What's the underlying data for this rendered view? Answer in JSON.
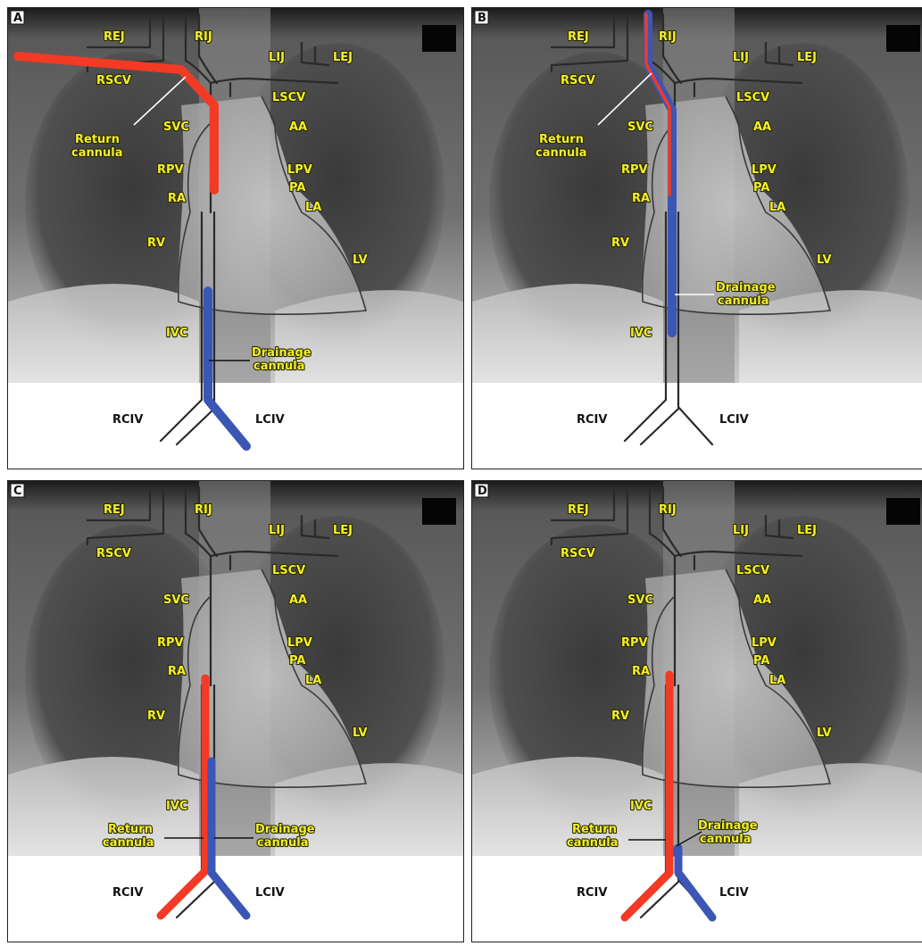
{
  "labels": {
    "rej": "REJ",
    "rij": "RIJ",
    "lij": "LIJ",
    "lej": "LEJ",
    "rscv": "RSCV",
    "lscv": "LSCV",
    "svc": "SVC",
    "aa": "AA",
    "rpv": "RPV",
    "lpv": "LPV",
    "pa": "PA",
    "ra": "RA",
    "la": "LA",
    "rv": "RV",
    "lv": "LV",
    "ivc": "IVC",
    "rciv": "RCIV",
    "lciv": "LCIV"
  },
  "cannula": {
    "return_1": "Return",
    "return_2": "cannula",
    "drainage_1": "Drainage",
    "drainage_2": "cannula"
  },
  "panels": [
    {
      "letter": "A"
    },
    {
      "letter": "B"
    },
    {
      "letter": "C"
    },
    {
      "letter": "D"
    }
  ],
  "colors": {
    "return": "#f23a24",
    "drainage": "#3b56b4",
    "label_fill": "#f2ee2a",
    "outline": "#2a2a2a"
  }
}
